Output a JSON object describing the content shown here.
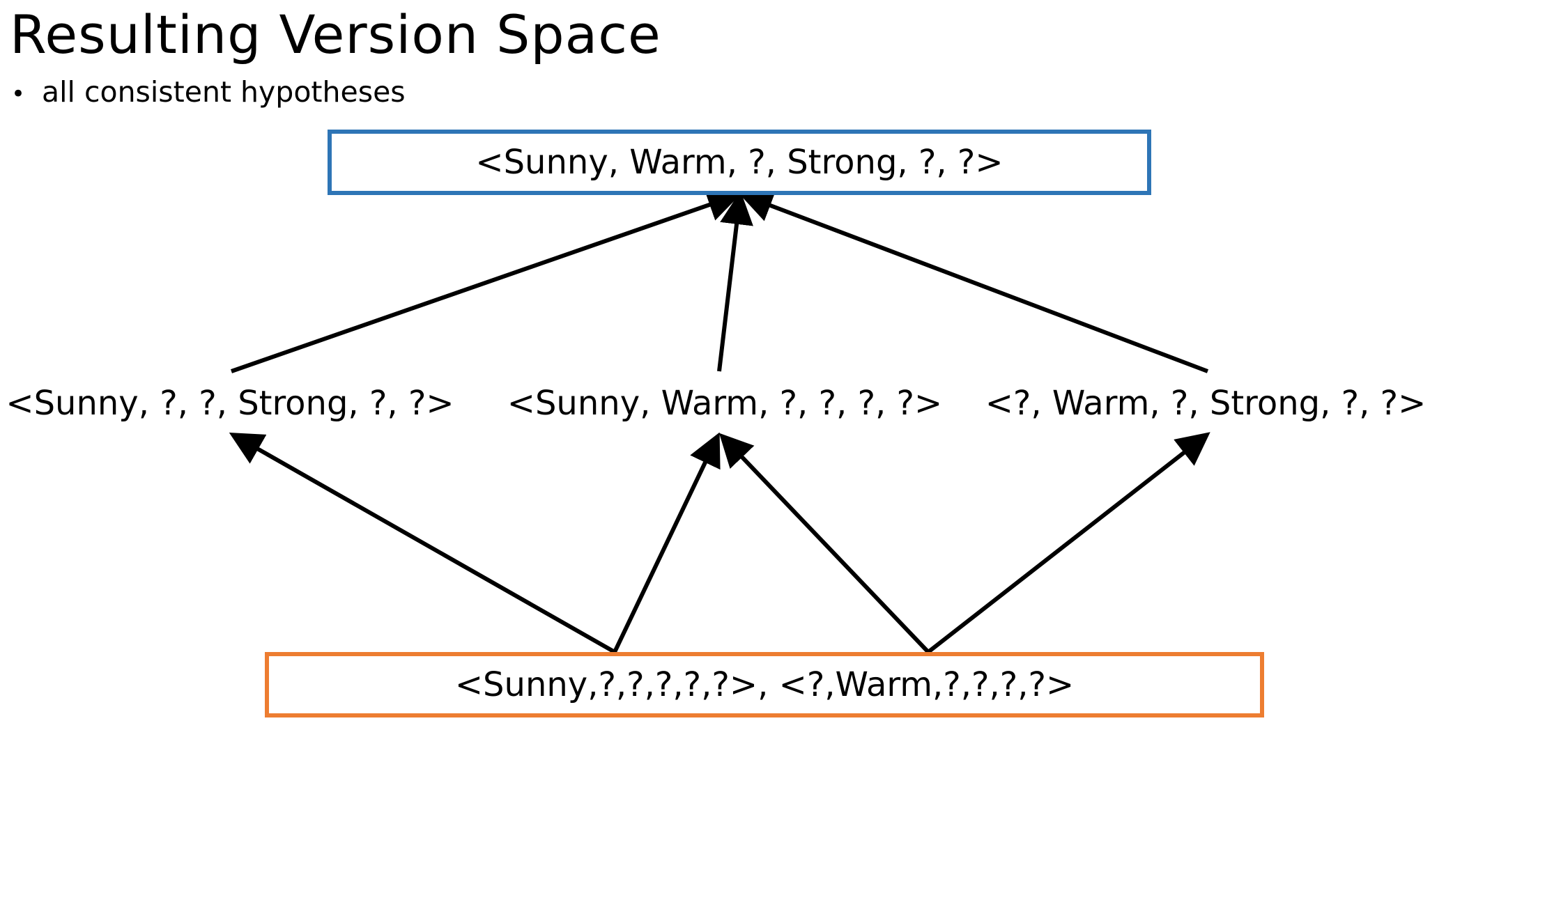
{
  "title": "Resulting Version Space",
  "bullets": [
    "all consistent hypotheses"
  ],
  "colors": {
    "general_boundary_border": "#2e75b6",
    "specific_boundary_border": "#ed7d31",
    "arrow": "#000000"
  },
  "nodes": {
    "general_boundary": "<Sunny, Warm, ?, Strong, ?, ?>",
    "middle_left": "<Sunny, ?, ?, Strong, ?, ?>",
    "middle_center": "<Sunny, Warm, ?, ?, ?, ?>",
    "middle_right": "<?, Warm, ?, Strong, ?, ?>",
    "specific_boundary": "<Sunny,?,?,?,?,?>, <?,Warm,?,?,?,?>"
  },
  "edges": [
    {
      "from": "middle_left",
      "to": "general_boundary"
    },
    {
      "from": "middle_center",
      "to": "general_boundary"
    },
    {
      "from": "middle_right",
      "to": "general_boundary"
    },
    {
      "from": "specific_boundary_item_1",
      "to": "middle_left"
    },
    {
      "from": "specific_boundary_item_1",
      "to": "middle_center"
    },
    {
      "from": "specific_boundary_item_2",
      "to": "middle_center"
    },
    {
      "from": "specific_boundary_item_2",
      "to": "middle_right"
    }
  ]
}
